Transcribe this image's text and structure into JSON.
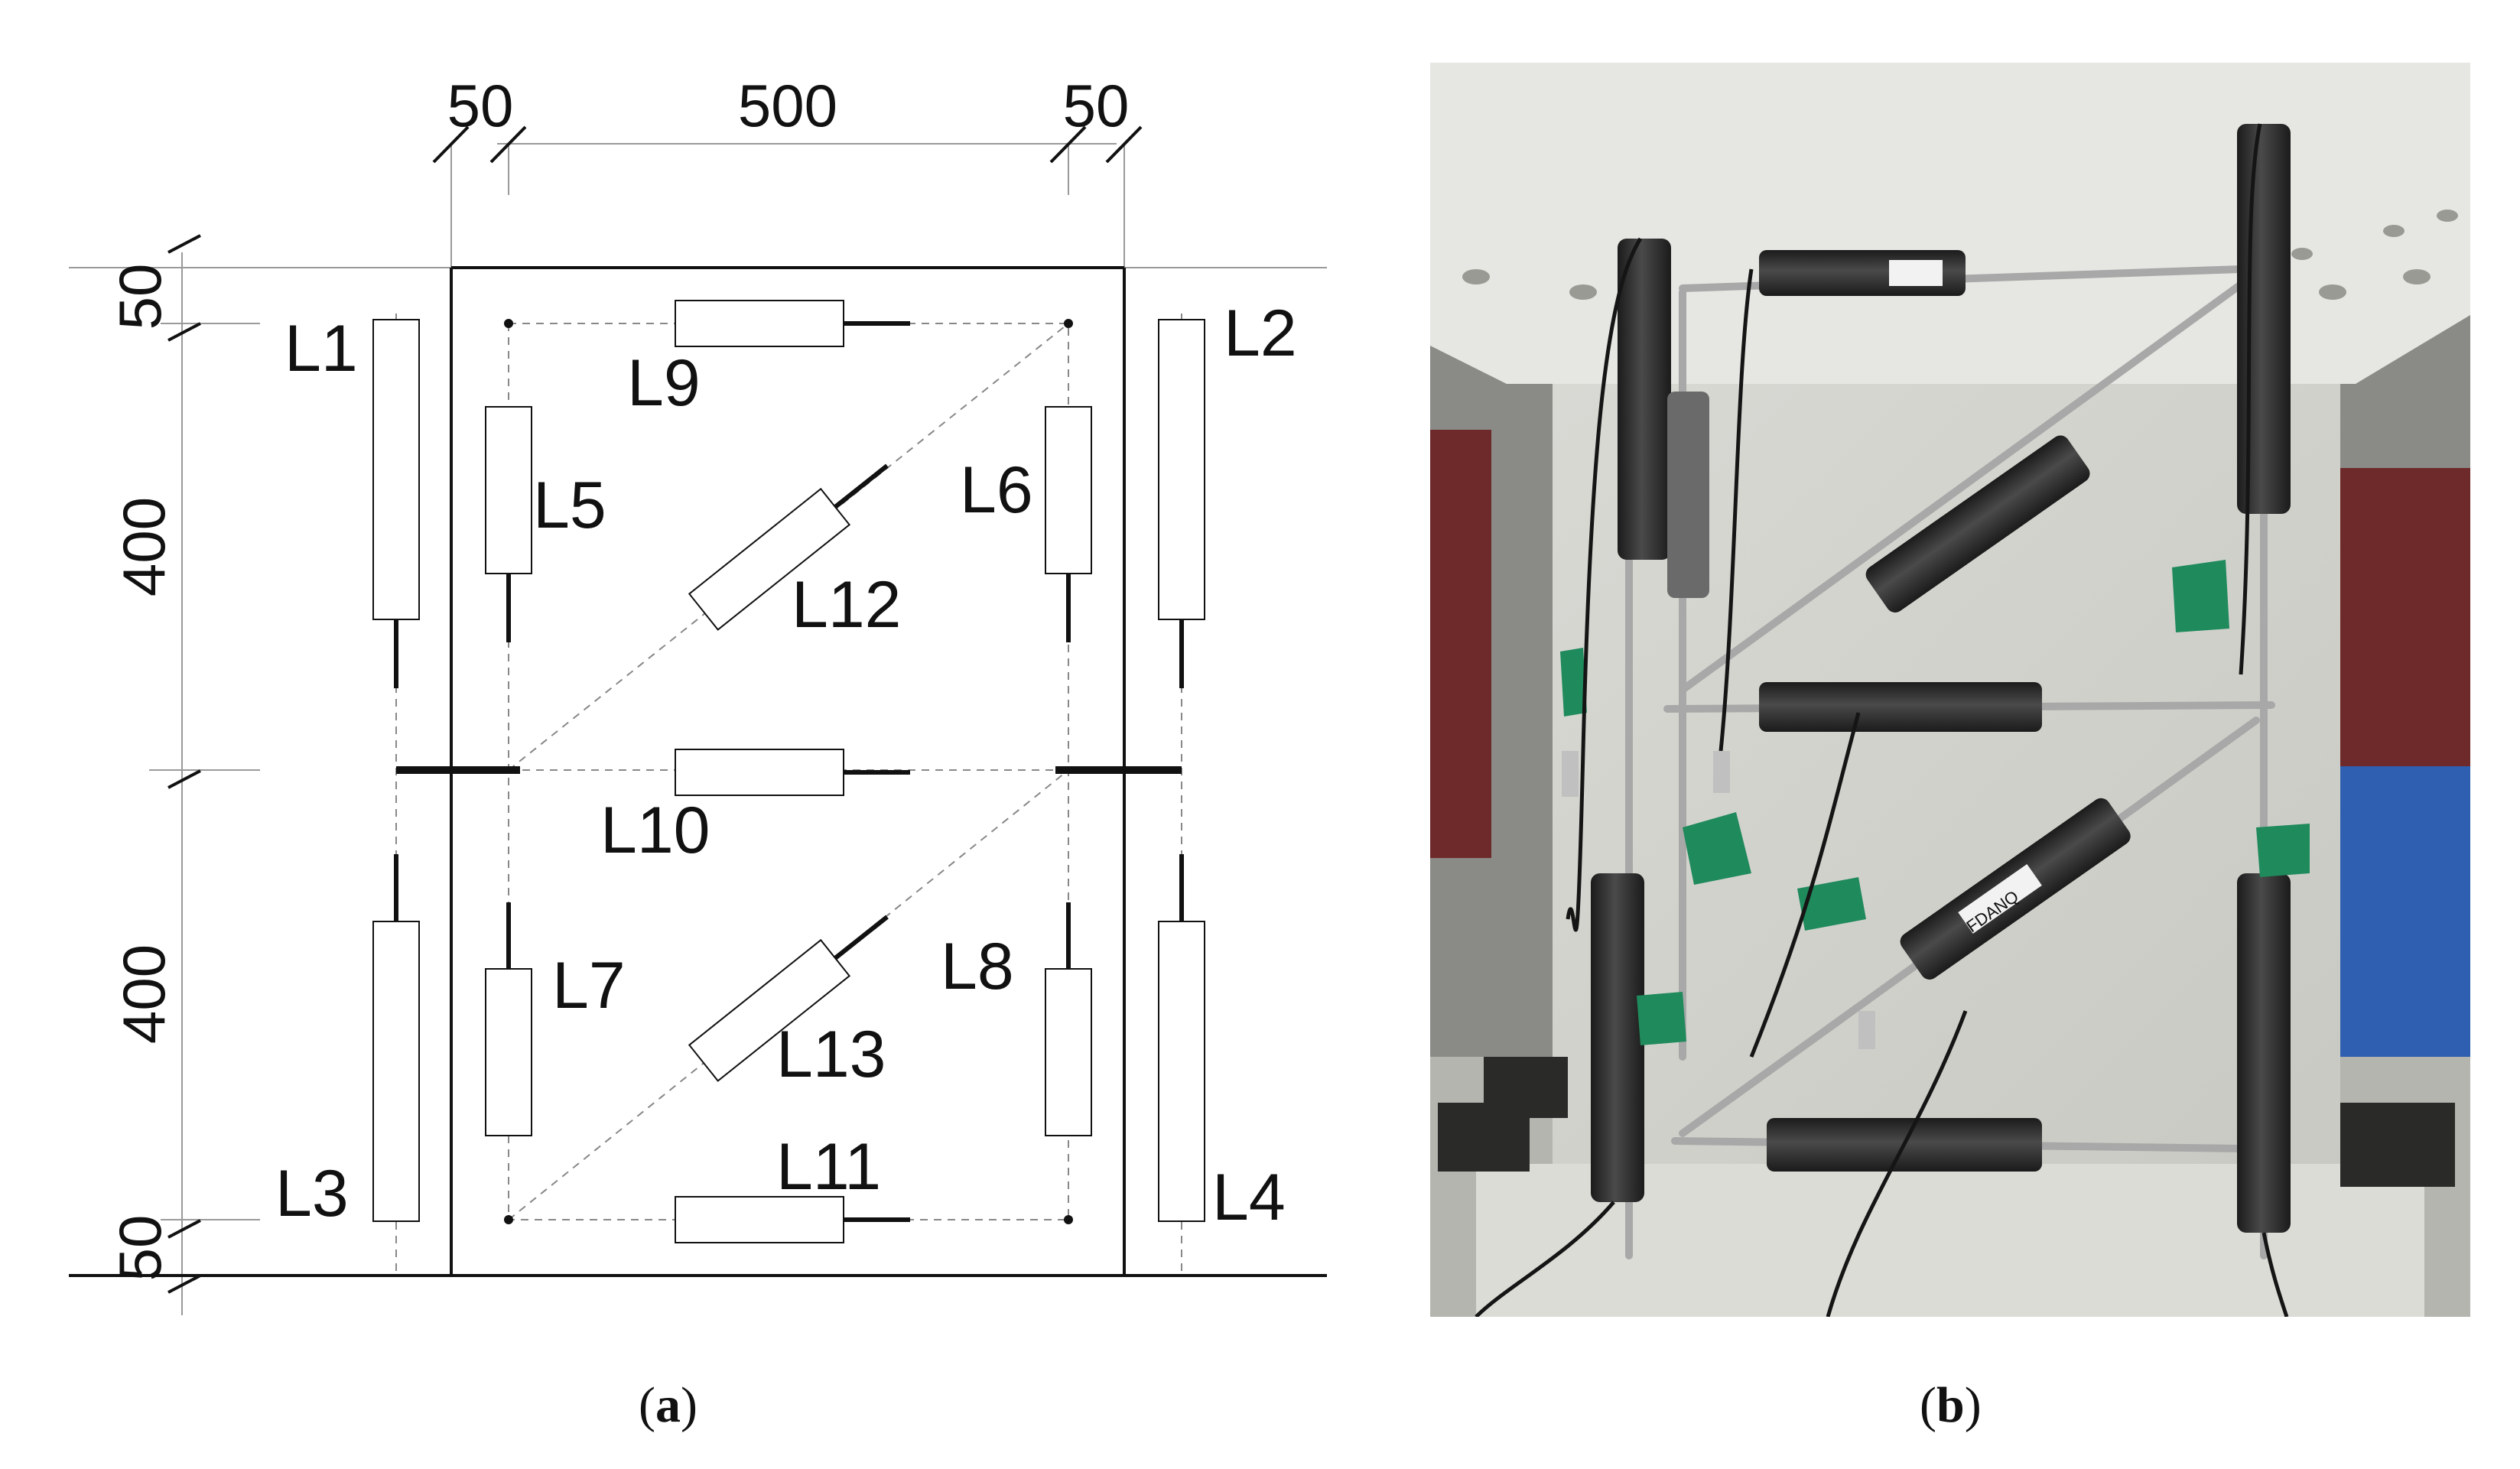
{
  "panel_a": {
    "caption": {
      "open": "(",
      "letter": "a",
      "close": ")"
    },
    "dimensions": {
      "top": [
        "50",
        "500",
        "50"
      ],
      "left": [
        "50",
        "400",
        "400",
        "50"
      ]
    },
    "sensor_labels": {
      "L1": "L1",
      "L2": "L2",
      "L3": "L3",
      "L4": "L4",
      "L5": "L5",
      "L6": "L6",
      "L7": "L7",
      "L8": "L8",
      "L9": "L9",
      "L10": "L10",
      "L11": "L11",
      "L12": "L12",
      "L13": "L13"
    }
  },
  "panel_b": {
    "caption": {
      "open": "(",
      "letter": "b",
      "close": ")"
    },
    "photo_tag_text": "FDANQ"
  },
  "colors": {
    "line": "#111111",
    "dash": "#888888",
    "tape_green": "#1f8a5c",
    "sensor_body": "#2a2a2a",
    "rod": "#a8a8a8",
    "slab": "#e6e6e2",
    "steel_blue": "#2f5fb0",
    "steel_red": "#6e2a2a"
  }
}
